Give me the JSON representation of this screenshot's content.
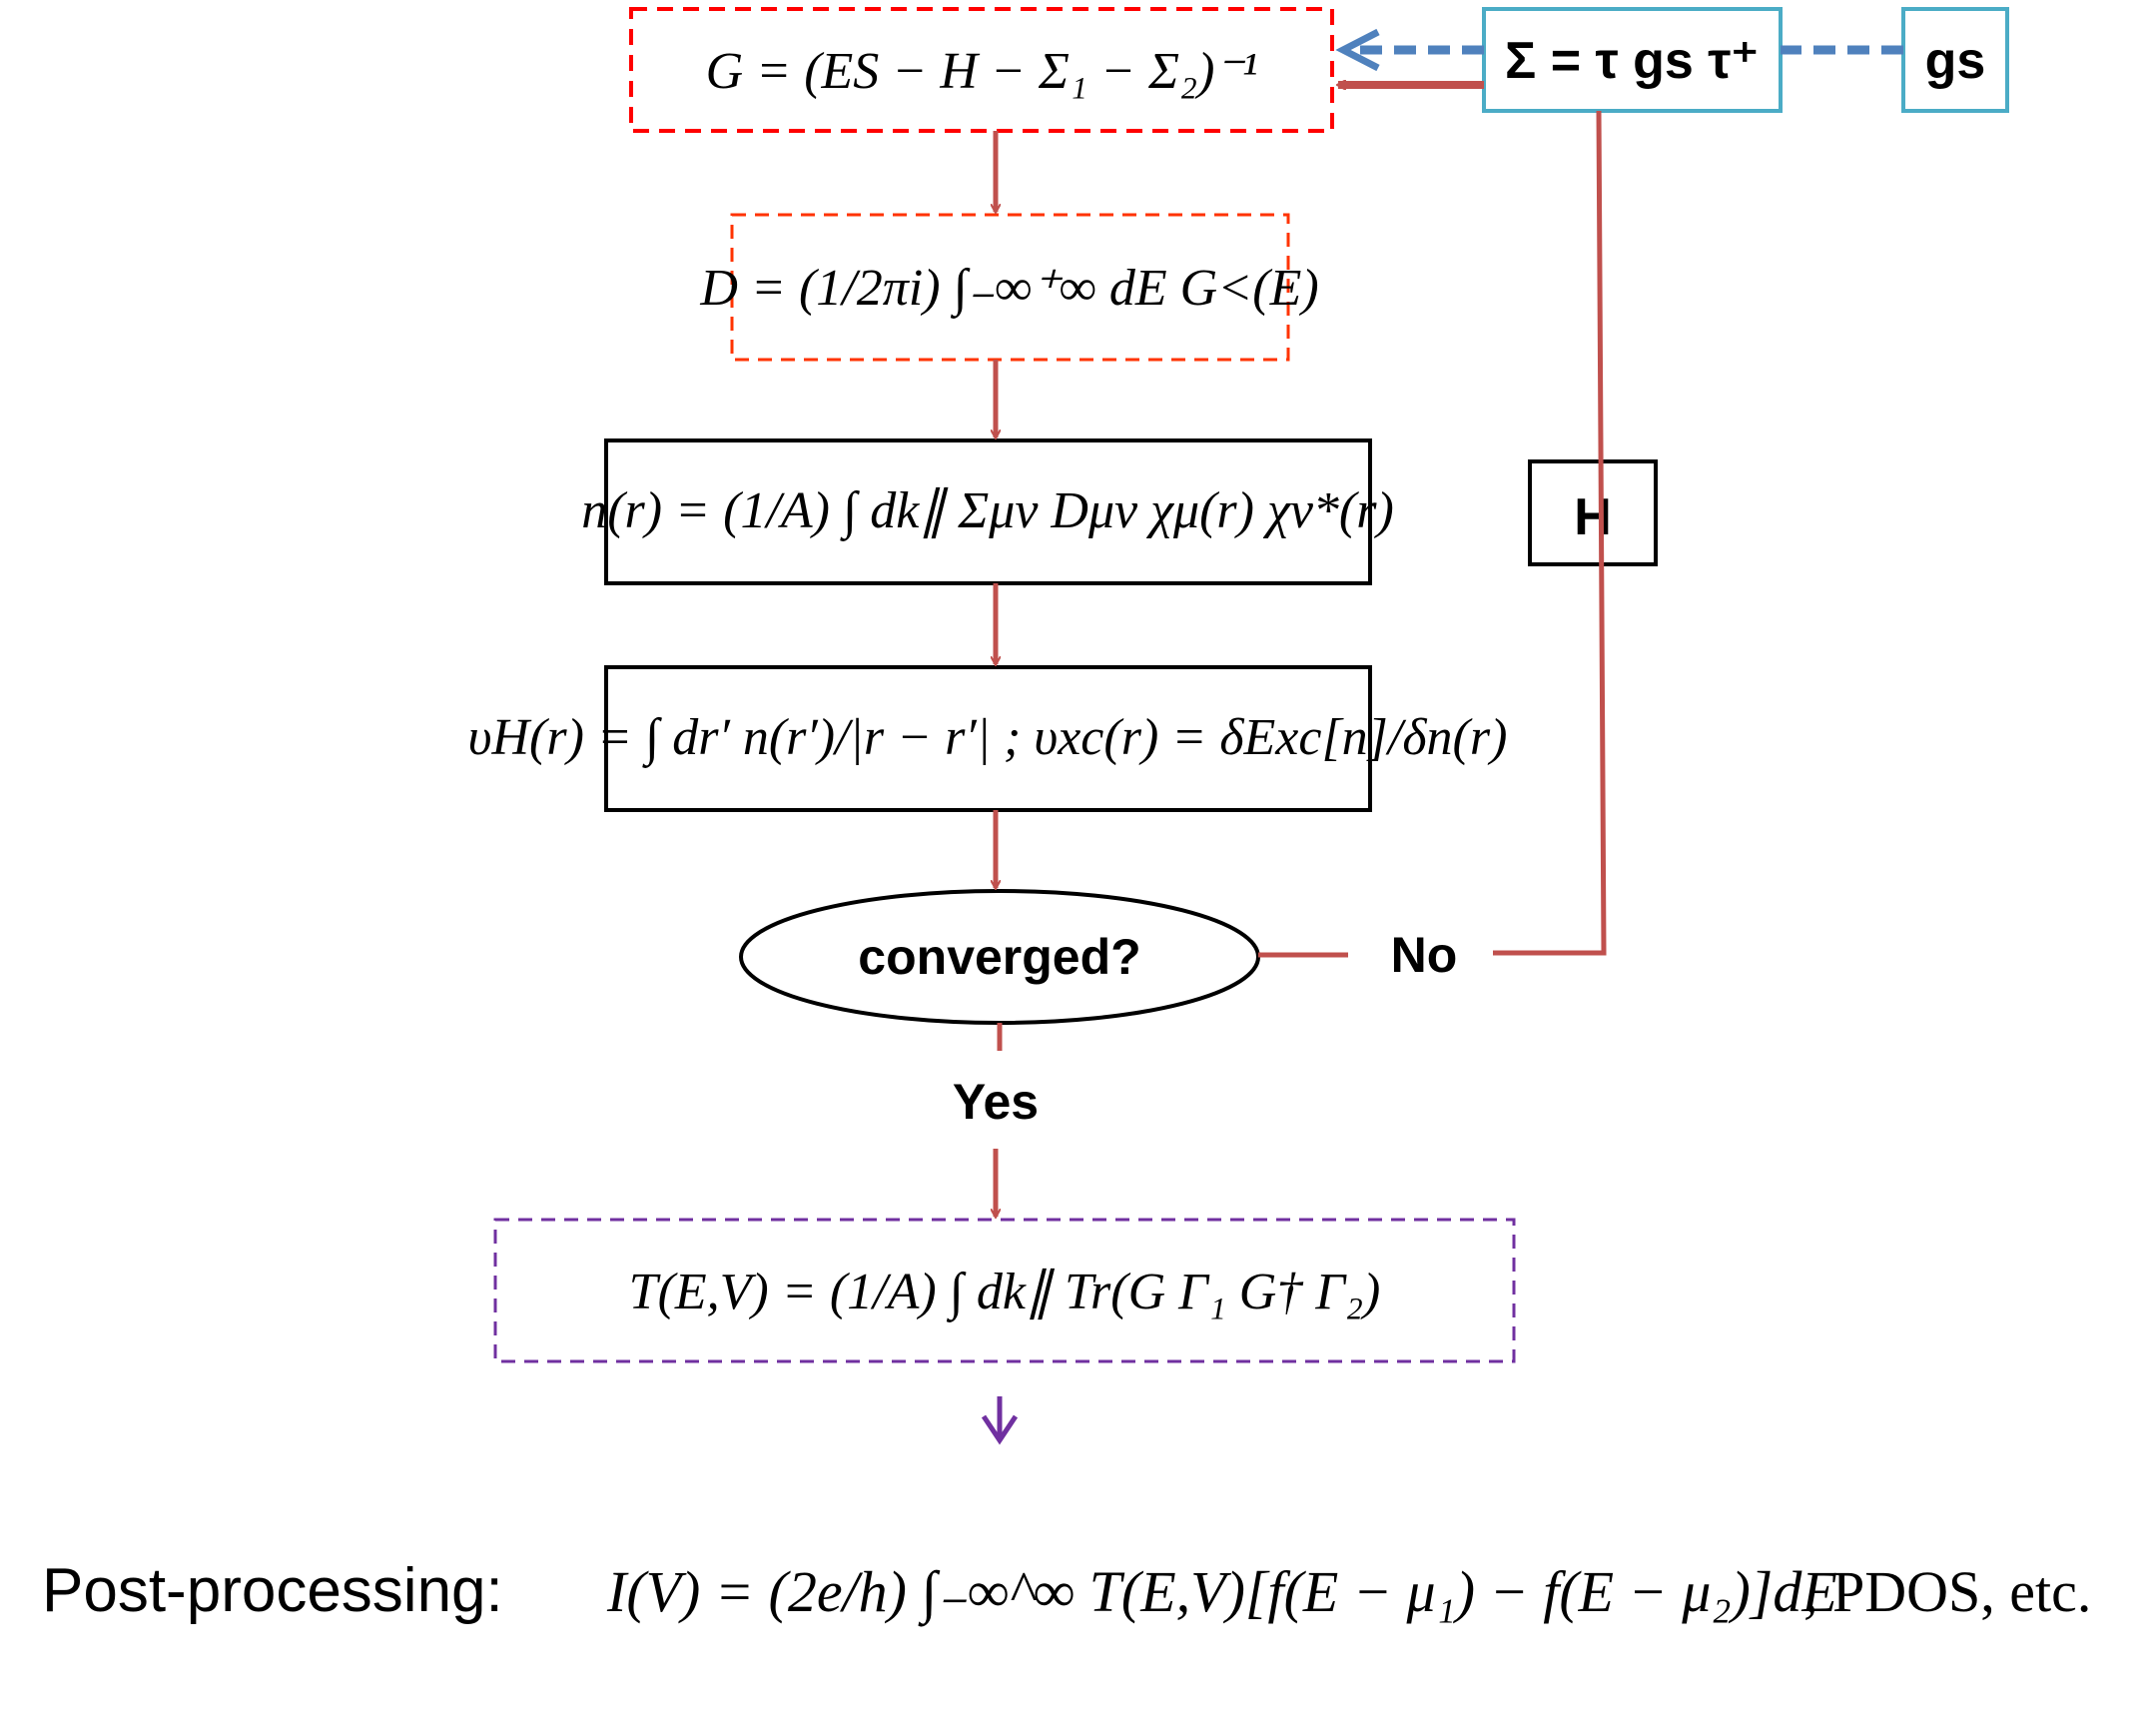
{
  "colors": {
    "red_flow": "#c0504d",
    "blue_dashed": "#4f81bd",
    "box_cyan": "#4bacc6",
    "red_dash": "#ff0000",
    "orange_dash": "#ff3300",
    "purple": "#7030a0"
  },
  "boxes": {
    "greens_function": "G = (ES − H − Σ₁ − Σ₂)⁻¹",
    "density_matrix": "D = (1/2πi) ∫₋∞⁺∞ dE G<(E)",
    "electron_density": "n(r) = (1/A) ∫ dk∥ Σμν Dμν χμ(r) χν*(r)",
    "potentials": "υH(r) = ∫ dr′ n(r′)/|r − r′| ; υxc(r) = δExc[n]/δn(r)",
    "self_energy": "Σ = τ gs τ⁺",
    "surface_gf": "gs",
    "hamiltonian": "H",
    "transmission": "T(E,V) = (1/A) ∫ dk∥ Tr(G Γ₁ G† Γ₂)"
  },
  "decision": {
    "label": "converged?",
    "no_label": "No",
    "yes_label": "Yes"
  },
  "post": {
    "label": "Post-processing:",
    "formula": "I(V) = (2e/h) ∫₋∞^∞ T(E,V)[f(E − μ₁) − f(E − μ₂)]dE",
    "suffix": ", PDOS, etc."
  }
}
